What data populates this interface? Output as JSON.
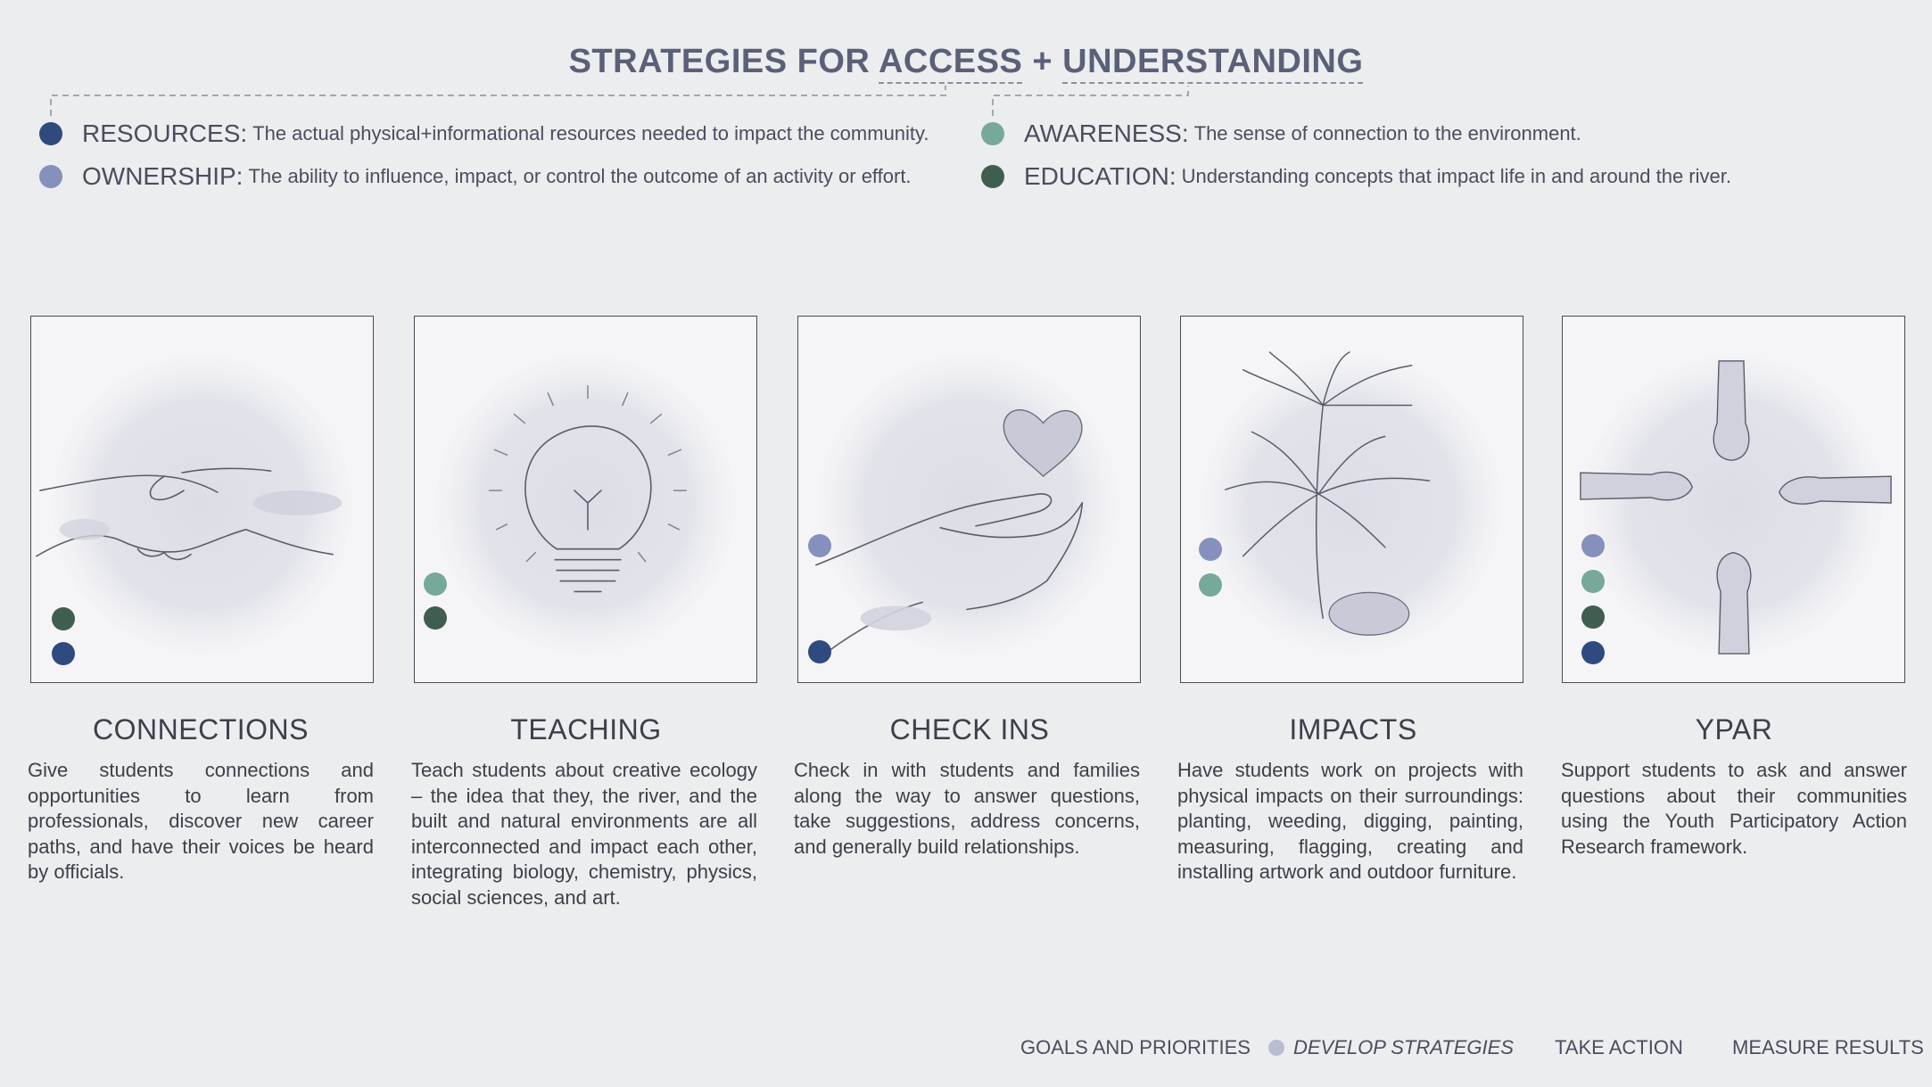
{
  "title": {
    "prefix": "STRATEGIES FOR ",
    "access": "ACCESS",
    "plus": " + ",
    "understanding": "UNDERSTANDING"
  },
  "colors": {
    "resources": "#2e4a7e",
    "ownership": "#8590bd",
    "awareness": "#76a99a",
    "education": "#3f5e4f",
    "nav_marker": "#b9bdd0"
  },
  "legend": [
    {
      "term": "RESOURCES:",
      "desc": "The actual physical+informational resources needed to impact the community."
    },
    {
      "term": "OWNERSHIP:",
      "desc": "The ability to influence, impact, or control the outcome of an activity or effort."
    },
    {
      "term": "AWARENESS:",
      "desc": "The sense of connection to the environment."
    },
    {
      "term": "EDUCATION:",
      "desc": "Understanding concepts that impact life in and around the river."
    }
  ],
  "cards": [
    {
      "title": "CONNECTIONS",
      "illustration": "handshake-icon",
      "desc": "Give students connections and opportunities to learn from professionals, discover new career paths, and have their voices be heard by officials.",
      "tags": [
        "education",
        "resources"
      ]
    },
    {
      "title": "TEACHING",
      "illustration": "lightbulb-icon",
      "desc": "Teach students about creative ecology – the idea that they, the river, and the built and natural environments are all interconnected and impact each other, integrating biology, chemistry, physics, social sciences, and art.",
      "tags": [
        "awareness",
        "education"
      ]
    },
    {
      "title": "CHECK INS",
      "illustration": "hand-heart-icon",
      "desc": "Check in with students and families along the way to answer questions, take suggestions, address concerns, and generally build relationships.",
      "tags": [
        "ownership",
        "resources"
      ]
    },
    {
      "title": "IMPACTS",
      "illustration": "plant-icon",
      "desc": "Have students work on projects with physical impacts on their surroundings: planting, weeding, digging, painting, measuring, flagging, creating and installing artwork and outdoor furniture.",
      "tags": [
        "ownership",
        "awareness"
      ]
    },
    {
      "title": "YPAR",
      "illustration": "four-hands-icon",
      "desc": "Support students to ask and answer questions about their communities using the Youth Participatory Action Research framework.",
      "tags": [
        "ownership",
        "awareness",
        "education",
        "resources"
      ]
    }
  ],
  "nav": {
    "goals": "GOALS AND PRIORITIES",
    "develop": "DEVELOP STRATEGIES",
    "take_action": "TAKE ACTION",
    "measure": "MEASURE RESULTS",
    "active": "develop"
  }
}
